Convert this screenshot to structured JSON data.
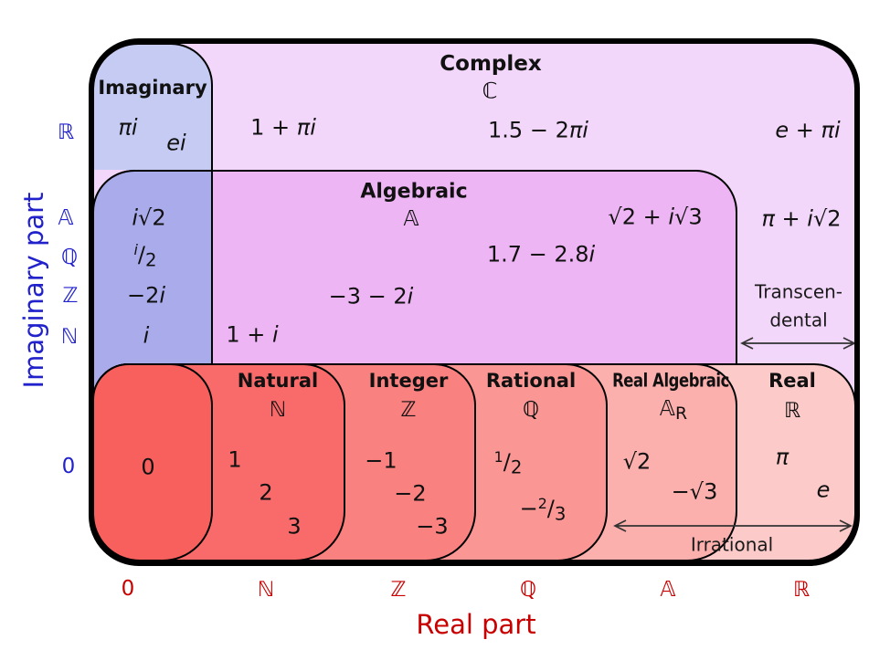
{
  "regions": {
    "complex": {
      "title": "Complex",
      "symbol": "ℂ"
    },
    "imaginary": {
      "title": "Imaginary"
    },
    "algebraic": {
      "title": "Algebraic",
      "symbol": "𝔸"
    },
    "natural": {
      "title": "Natural",
      "symbol": "ℕ"
    },
    "integer": {
      "title": "Integer",
      "symbol": "ℤ"
    },
    "rational": {
      "title": "Rational",
      "symbol": "ℚ"
    },
    "real_algebraic": {
      "title": "Real Algebraic",
      "symbol": "𝔸",
      "symbol_subscript": "R"
    },
    "real": {
      "title": "Real",
      "symbol": "ℝ"
    }
  },
  "axes": {
    "y_title": "Imaginary part",
    "x_title": "Real part",
    "y_ticks": [
      "ℝ",
      "𝔸",
      "ℚ",
      "ℤ",
      "ℕ",
      "0"
    ],
    "x_ticks": [
      "0",
      "ℕ",
      "ℤ",
      "ℚ",
      "𝔸",
      "ℝ"
    ]
  },
  "annotations": {
    "transcendental_line1": "Transcen-",
    "transcendental_line2": "dental",
    "irrational": "Irrational"
  },
  "examples": {
    "pure_imaginary": {
      "pi_i": "πi",
      "e_i": "ei",
      "i_sqrt2": "i√2",
      "i_half": "^i/_2",
      "neg_2i": "−2i",
      "i": "i"
    },
    "complex_only": {
      "one_plus_pi_i": "1 + πi",
      "one_point_five_minus_2pi_i": "1.5 − 2πi",
      "e_plus_pi_i": "e + πi",
      "pi_plus_i_sqrt2": "π + i√2"
    },
    "algebraic_complex": {
      "one_point_seven_minus_2p8_i": "1.7 − 2.8i",
      "neg3_minus_2i": "−3 − 2i",
      "one_plus_i": "1 + i",
      "sqrt2_plus_i_sqrt3": "√2 + i√3"
    },
    "zero": "0",
    "natural": [
      "1",
      "2",
      "3"
    ],
    "integer": [
      "−1",
      "−2",
      "−3"
    ],
    "rational": [
      "^1/_2",
      "−^2/_3"
    ],
    "real_algebraic": [
      "√2",
      "−√3"
    ],
    "real": [
      "π",
      "e"
    ]
  }
}
